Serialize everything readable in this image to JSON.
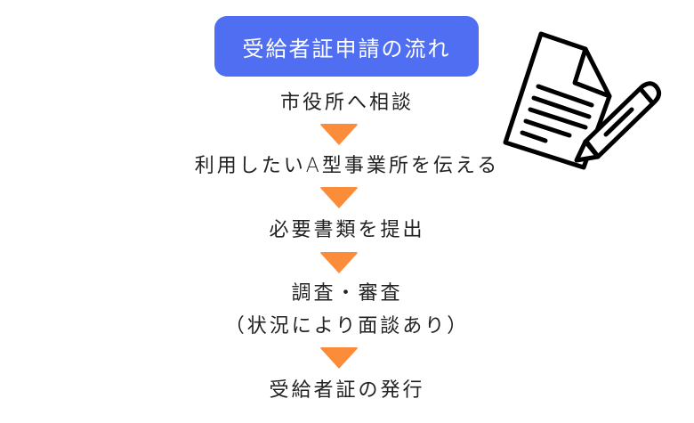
{
  "title": "受給者証申請の流れ",
  "colors": {
    "title_bg": "#4f6ef2",
    "title_text": "#ffffff",
    "arrow": "#fb8c3a",
    "text": "#222222"
  },
  "steps": [
    {
      "label": "市役所へ相談"
    },
    {
      "label": "利用したいA型事業所を伝える"
    },
    {
      "label": "必要書類を提出"
    },
    {
      "label": "調査・審査",
      "sublabel": "（状況により面談あり）"
    },
    {
      "label": "受給者証の発行"
    }
  ],
  "icons": {
    "document": "document-with-pencil-icon",
    "arrow": "down-triangle-arrow-icon"
  }
}
